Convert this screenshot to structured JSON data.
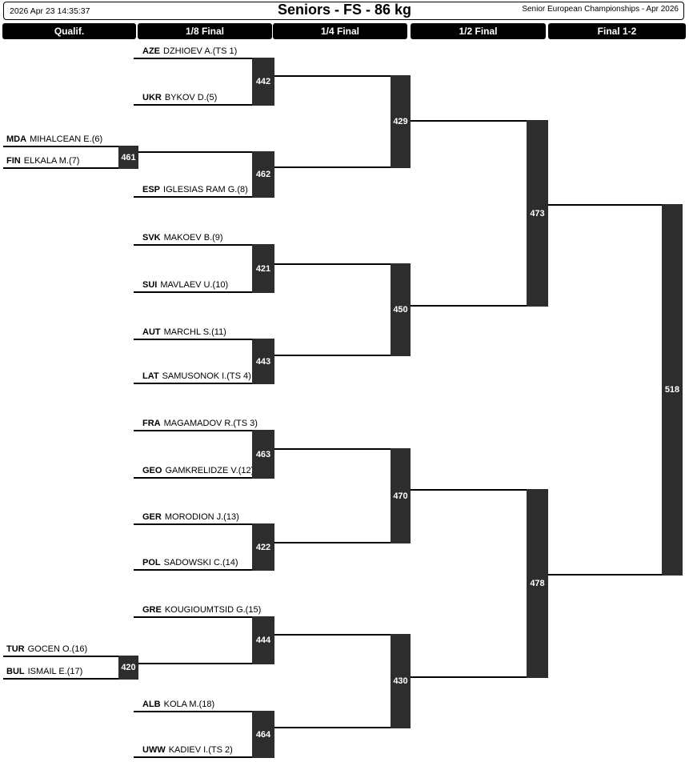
{
  "header": {
    "timestamp": "2026 Apr 23 14:35:37",
    "title": "Seniors - FS - 86 kg",
    "event": "Senior European Championships - Apr 2026"
  },
  "rounds": [
    {
      "label": "Qualif."
    },
    {
      "label": "1/8 Final"
    },
    {
      "label": "1/4 Final"
    },
    {
      "label": "1/2 Final"
    },
    {
      "label": "Final 1-2"
    }
  ],
  "athletes": [
    {
      "country": "AZE",
      "name": "DZHIOEV A.(TS 1)"
    },
    {
      "country": "UKR",
      "name": "BYKOV D.(5)"
    },
    {
      "country": "MDA",
      "name": "MIHALCEAN E.(6)"
    },
    {
      "country": "FIN",
      "name": "ELKALA M.(7)"
    },
    {
      "country": "ESP",
      "name": "IGLESIAS RAM G.(8)"
    },
    {
      "country": "SVK",
      "name": "MAKOEV B.(9)"
    },
    {
      "country": "SUI",
      "name": "MAVLAEV U.(10)"
    },
    {
      "country": "AUT",
      "name": "MARCHL S.(11)"
    },
    {
      "country": "LAT",
      "name": "SAMUSONOK I.(TS 4)"
    },
    {
      "country": "FRA",
      "name": "MAGAMADOV R.(TS 3)"
    },
    {
      "country": "GEO",
      "name": "GAMKRELIDZE V.(12)"
    },
    {
      "country": "GER",
      "name": "MORODION J.(13)"
    },
    {
      "country": "POL",
      "name": "SADOWSKI C.(14)"
    },
    {
      "country": "GRE",
      "name": "KOUGIOUMTSID G.(15)"
    },
    {
      "country": "TUR",
      "name": "GOCEN O.(16)"
    },
    {
      "country": "BUL",
      "name": "ISMAIL E.(17)"
    },
    {
      "country": "ALB",
      "name": "KOLA M.(18)"
    },
    {
      "country": "UWW",
      "name": "KADIEV I.(TS 2)"
    }
  ],
  "matches": {
    "qual_1": "461",
    "qual_2": "420",
    "r16_1": "442",
    "r16_2": "462",
    "r16_3": "421",
    "r16_4": "443",
    "r16_5": "463",
    "r16_6": "422",
    "r16_7": "444",
    "r16_8": "464",
    "qf_1": "429",
    "qf_2": "450",
    "qf_3": "470",
    "qf_4": "430",
    "sf_1": "473",
    "sf_2": "478",
    "final_1": "518"
  },
  "colors": {
    "match_box": "#2d2d2d",
    "round_bar": "#000000",
    "line": "#000000"
  }
}
